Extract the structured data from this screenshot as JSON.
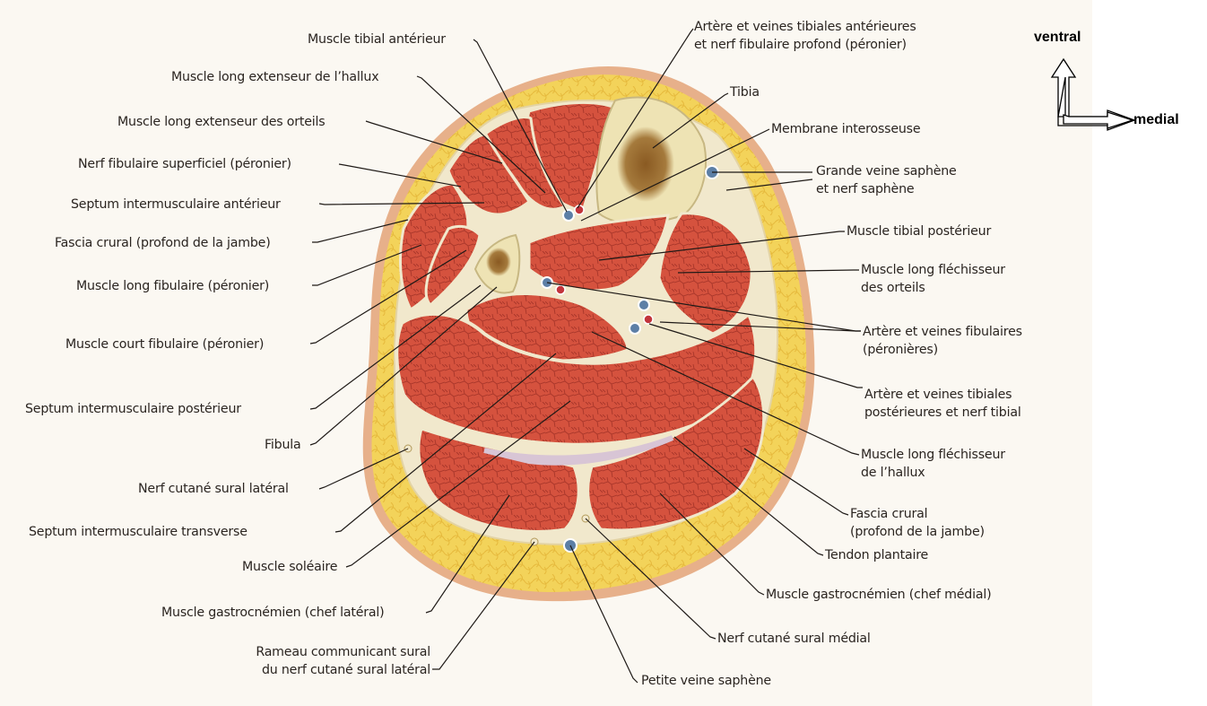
{
  "orientation": {
    "up": "ventral",
    "right": "medial"
  },
  "labels": {
    "tibial_anterieur": "Muscle tibial antérieur",
    "long_ext_hallux": "Muscle long extenseur de l’hallux",
    "long_ext_orteils": "Muscle long extenseur des orteils",
    "nerf_fib_sup": "Nerf fibulaire superficiel (péronier)",
    "septum_ant": "Septum intermusculaire antérieur",
    "fascia_left": "Fascia crural (profond de la jambe)",
    "long_fib": "Muscle long fibulaire (péronier)",
    "court_fib": "Muscle court fibulaire (péronier)",
    "septum_post": "Septum intermusculaire postérieur",
    "fibula": "Fibula",
    "nerf_cut_lat": "Nerf cutané sural latéral",
    "septum_transv": "Septum intermusculaire transverse",
    "soleaire": "Muscle soléaire",
    "gastro_lat": "Muscle gastrocnémien (chef latéral)",
    "rameau_1": "Rameau communicant sural",
    "rameau_2": "du nerf cutané sural latéral",
    "art_tib_ant_1": "Artère et veines tibiales antérieures",
    "art_tib_ant_2": "et nerf fibulaire profond (péronier)",
    "tibia": "Tibia",
    "membrane": "Membrane interosseuse",
    "saphene_1": "Grande veine saphène",
    "saphene_2": "et nerf saphène",
    "tib_post": "Muscle tibial postérieur",
    "flech_orteils_1": "Muscle long fléchisseur",
    "flech_orteils_2": "des orteils",
    "art_fib_1": "Artère et veines fibulaires",
    "art_fib_2": "(péronières)",
    "art_tib_post_1": "Artère et veines tibiales",
    "art_tib_post_2": "postérieures et nerf tibial",
    "flech_hallux_1": "Muscle long fléchisseur",
    "flech_hallux_2": "de l’hallux",
    "fascia_right_1": "Fascia crural",
    "fascia_right_2": "(profond de la jambe)",
    "tendon_plantaire": "Tendon plantaire",
    "gastro_med": "Muscle gastrocnémien (chef médial)",
    "nerf_cut_med": "Nerf cutané sural médial",
    "petite_saphene": "Petite veine saphène"
  },
  "colors": {
    "skin": "#e7b08a",
    "fat": "#f3d35a",
    "muscle": "#d5523e",
    "fascia": "#f1e8cc",
    "bone": "#eee3b4",
    "marrow": "#9b6b2f",
    "vein": "#5d7fa6",
    "artery": "#c2343b"
  }
}
